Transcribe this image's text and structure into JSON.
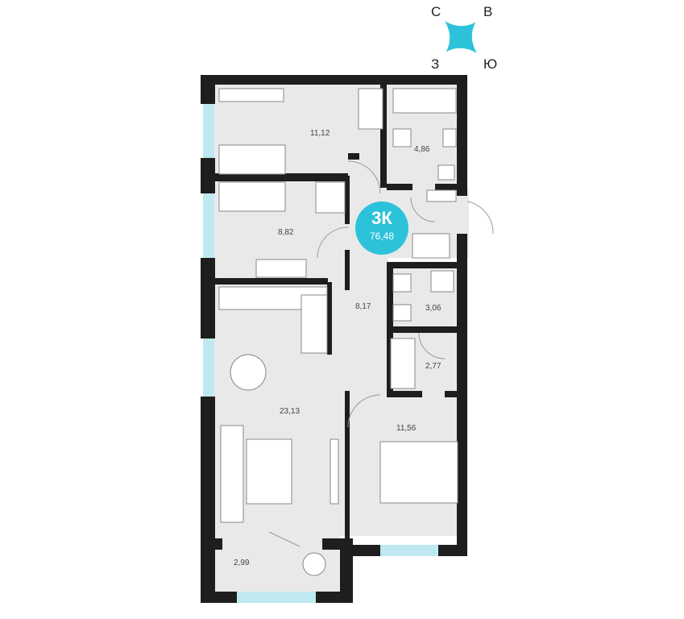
{
  "compass": {
    "north": "С",
    "east": "В",
    "west": "З",
    "south": "Ю"
  },
  "apartment": {
    "type": "3К",
    "total_area": "76,48"
  },
  "rooms": {
    "bedroom_top": "11,12",
    "bedroom_small": "8,82",
    "bathroom": "4,86",
    "corridor": "8,17",
    "wc": "3,06",
    "wardrobe": "2,77",
    "kitchen_living": "23,13",
    "master_bedroom": "11,56",
    "balcony": "2,99"
  },
  "colors": {
    "wall": "#1e1e1e",
    "floor": "#e9e9e9",
    "window": "#bfe9f1",
    "accent": "#2cc3da"
  }
}
